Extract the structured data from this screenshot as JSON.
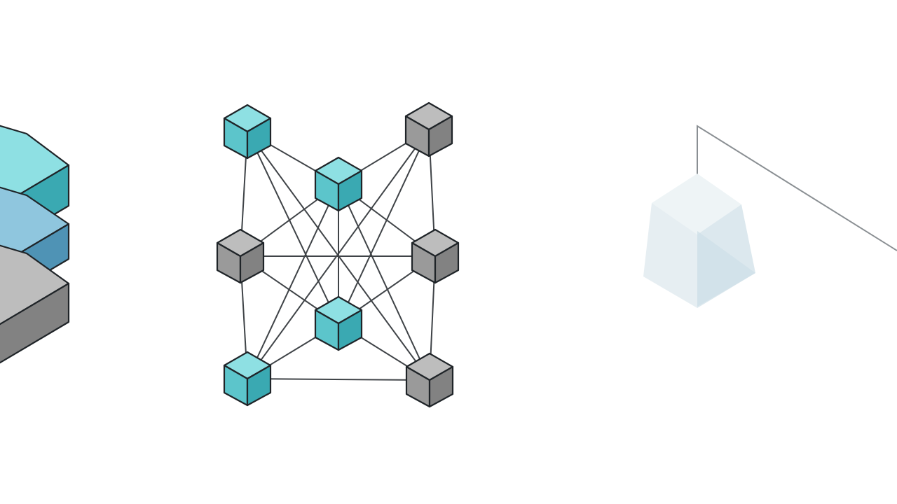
{
  "colors": {
    "teal_top": "#8ee0e3",
    "teal_left": "#5cc5cb",
    "teal_right": "#3aa9b2",
    "gray_top": "#bdbdbd",
    "gray_left": "#9a9a9a",
    "gray_right": "#828282",
    "blue_layer": "#6aaecd",
    "faded_cube": "#e6eef2"
  },
  "stack": {
    "layers": [
      {
        "name": "top-layer",
        "color": "teal"
      },
      {
        "name": "middle-layer",
        "color": "blue"
      },
      {
        "name": "bottom-layer",
        "color": "gray"
      }
    ]
  },
  "network": {
    "nodes": [
      {
        "id": "n-top-left",
        "color": "teal"
      },
      {
        "id": "n-top-right",
        "color": "gray"
      },
      {
        "id": "n-upper-center",
        "color": "teal"
      },
      {
        "id": "n-mid-left",
        "color": "gray"
      },
      {
        "id": "n-mid-right",
        "color": "gray"
      },
      {
        "id": "n-lower-center",
        "color": "teal"
      },
      {
        "id": "n-bottom-left",
        "color": "teal"
      },
      {
        "id": "n-bottom-right",
        "color": "gray"
      }
    ],
    "edges": [
      [
        "n-top-left",
        "n-upper-center"
      ],
      [
        "n-top-left",
        "n-mid-left"
      ],
      [
        "n-top-left",
        "n-lower-center"
      ],
      [
        "n-top-left",
        "n-bottom-right"
      ],
      [
        "n-top-right",
        "n-upper-center"
      ],
      [
        "n-top-right",
        "n-mid-right"
      ],
      [
        "n-top-right",
        "n-lower-center"
      ],
      [
        "n-top-right",
        "n-bottom-left"
      ],
      [
        "n-upper-center",
        "n-mid-left"
      ],
      [
        "n-upper-center",
        "n-mid-right"
      ],
      [
        "n-upper-center",
        "n-lower-center"
      ],
      [
        "n-upper-center",
        "n-bottom-left"
      ],
      [
        "n-upper-center",
        "n-bottom-right"
      ],
      [
        "n-mid-left",
        "n-mid-right"
      ],
      [
        "n-mid-left",
        "n-lower-center"
      ],
      [
        "n-mid-left",
        "n-bottom-left"
      ],
      [
        "n-mid-right",
        "n-lower-center"
      ],
      [
        "n-mid-right",
        "n-bottom-right"
      ],
      [
        "n-lower-center",
        "n-bottom-left"
      ],
      [
        "n-lower-center",
        "n-bottom-right"
      ],
      [
        "n-bottom-left",
        "n-bottom-right"
      ]
    ]
  },
  "pendant": {
    "color": "faded"
  }
}
